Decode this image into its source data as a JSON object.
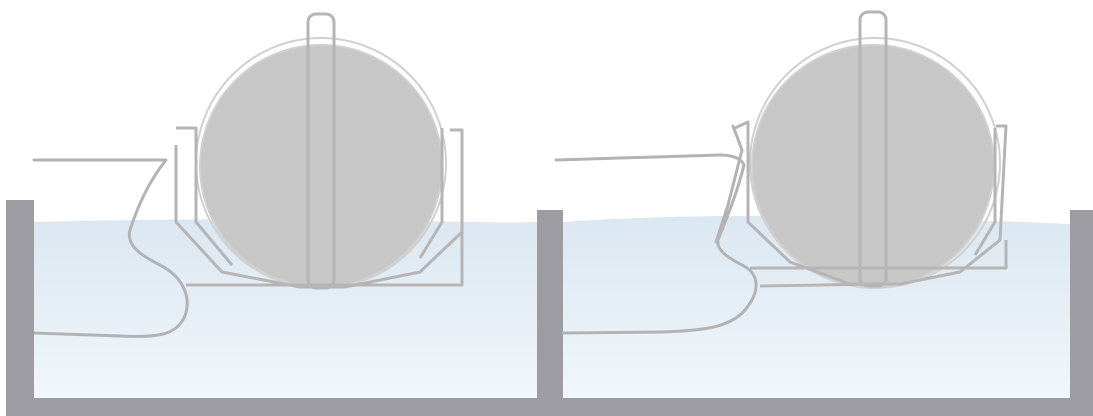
{
  "diagram": {
    "panels": [
      {
        "id": "left",
        "state": "wire-loop-resting-on-frame"
      },
      {
        "id": "right",
        "state": "wire-loop-bent-against-frame"
      }
    ],
    "colors": {
      "tank_wall": "#9e9ca3",
      "liquid_top": "#dbe7f1",
      "liquid_bottom": "#f1f6fb",
      "sample_fill": "#c8c8c8",
      "sample_rim": "#d0d0d0",
      "wire": "#b3b3b3",
      "frame": "#b5b5b5",
      "background": "#ffffff"
    },
    "icons": [
      "tank",
      "liquid",
      "circular-sample",
      "holder-frame",
      "wire-hook"
    ]
  }
}
